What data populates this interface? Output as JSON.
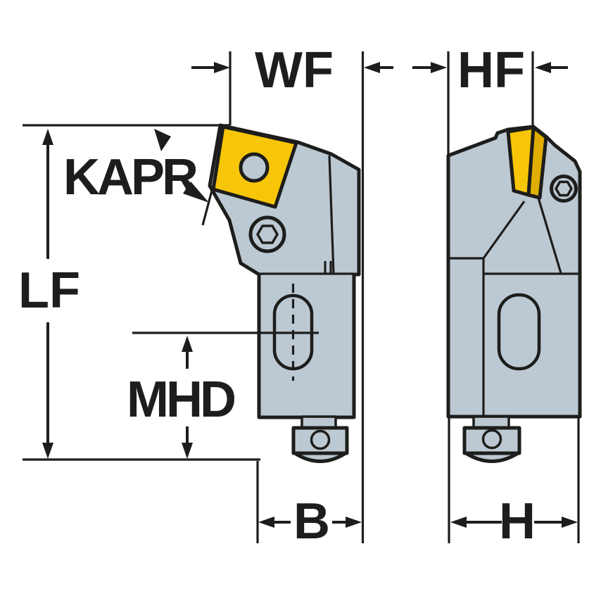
{
  "drawing": {
    "description": "Tool holder dimensional drawing, two orthographic views",
    "labels": {
      "wf": "WF",
      "hf": "HF",
      "kapr": "KAPR",
      "lf": "LF",
      "mhd": "MHD",
      "b": "B",
      "h": "H"
    }
  },
  "colors": {
    "background": "#ffffff",
    "line": "#1d1d1b",
    "body": "#bcc9d3",
    "insert": "#f8c608",
    "insert_side": "#dfae00"
  }
}
